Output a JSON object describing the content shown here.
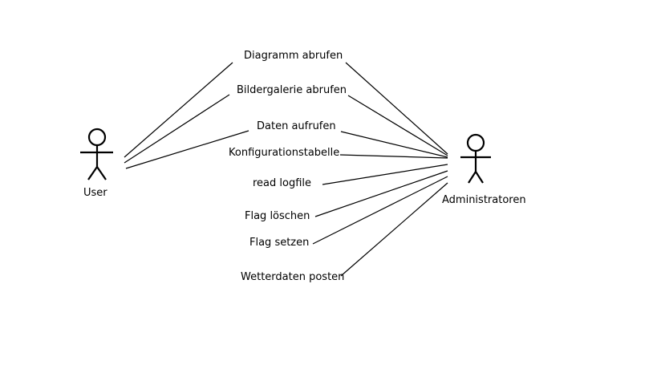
{
  "actors": {
    "user": {
      "label": "User"
    },
    "admin": {
      "label": "Administratoren"
    }
  },
  "use_cases": [
    {
      "id": "uc-1",
      "label": "Diagramm abrufen"
    },
    {
      "id": "uc-2",
      "label": "Bildergalerie abrufen"
    },
    {
      "id": "uc-3",
      "label": "Daten aufrufen"
    },
    {
      "id": "uc-4",
      "label": "Konfigurationstabelle"
    },
    {
      "id": "uc-5",
      "label": "read logfile"
    },
    {
      "id": "uc-6",
      "label": "Flag löschen"
    },
    {
      "id": "uc-7",
      "label": "Flag setzen"
    },
    {
      "id": "uc-8",
      "label": "Wetterdaten posten"
    }
  ],
  "associations": {
    "user": [
      "uc-1",
      "uc-2",
      "uc-3"
    ],
    "admin": [
      "uc-1",
      "uc-2",
      "uc-3",
      "uc-4",
      "uc-5",
      "uc-6",
      "uc-7",
      "uc-8"
    ]
  }
}
